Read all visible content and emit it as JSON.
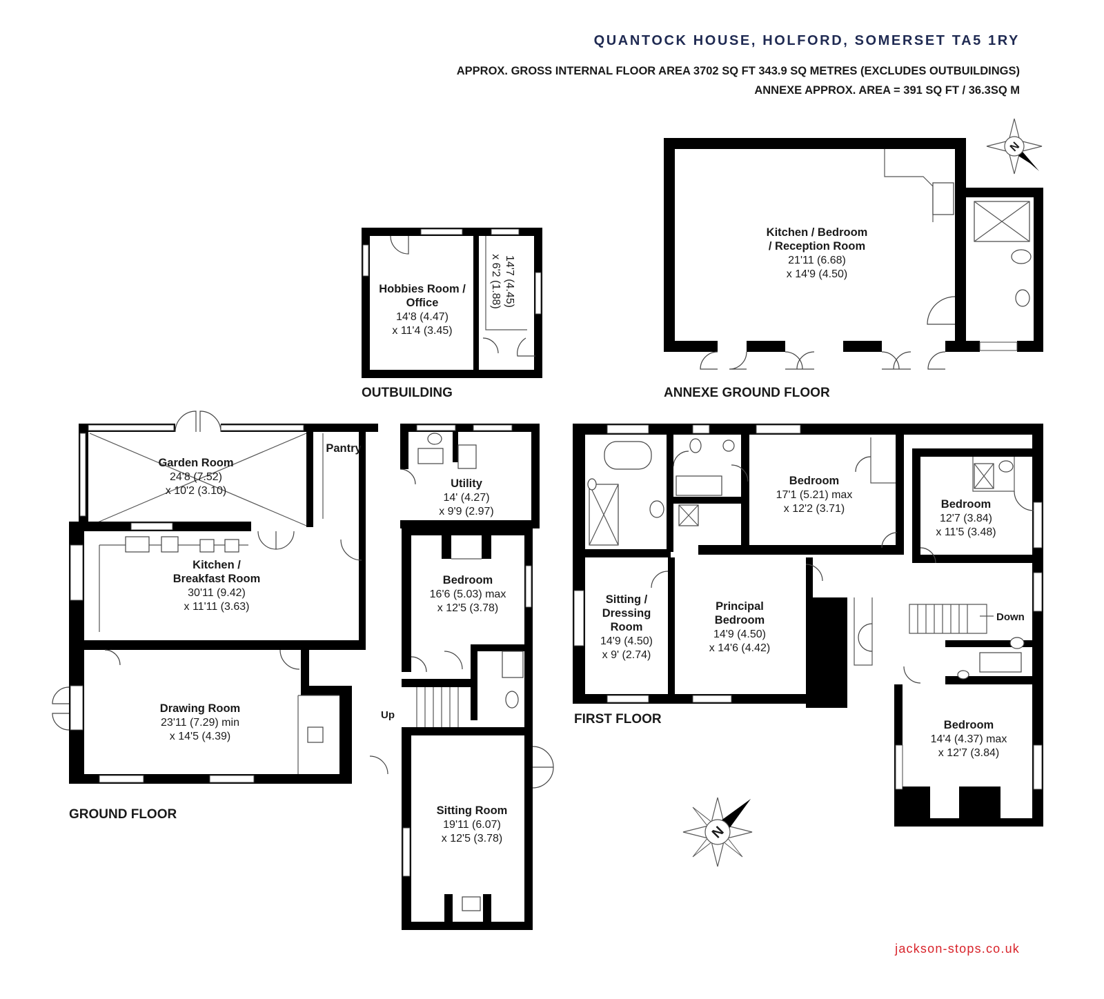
{
  "header": {
    "title": "QUANTOCK HOUSE, HOLFORD, SOMERSET TA5 1RY",
    "area_line_1": "APPROX. GROSS INTERNAL FLOOR AREA 3702 SQ FT 343.9 SQ METRES (EXCLUDES OUTBUILDINGS)",
    "area_line_2": "ANNEXE APPROX. AREA = 391 SQ FT / 36.3SQ M"
  },
  "footer": {
    "website": "jackson-stops.co.uk"
  },
  "brand_colors": {
    "title": "#1f2a52",
    "website": "#d8232a",
    "walls": "#000000"
  },
  "icons": [
    "compass-rose-icon"
  ],
  "floors": {
    "outbuilding": {
      "label": "OUTBUILDING",
      "rooms": {
        "hobbies": {
          "name_1": "Hobbies Room /",
          "name_2": "Office",
          "dim_1": "14'8 (4.47)",
          "dim_2": "x 11'4 (3.45)"
        },
        "store": {
          "dim_1": "14'7 (4.45)",
          "dim_2": "x 6'2 (1.88)"
        }
      }
    },
    "annexe": {
      "label": "ANNEXE GROUND FLOOR",
      "rooms": {
        "kitchen_bedroom": {
          "name_1": "Kitchen / Bedroom",
          "name_2": "/ Reception Room",
          "dim_1": "21'11 (6.68)",
          "dim_2": "x 14'9 (4.50)"
        }
      }
    },
    "ground": {
      "label": "GROUND FLOOR",
      "stair_label": "Up",
      "rooms": {
        "garden": {
          "name_1": "Garden Room",
          "dim_1": "24'8 (7.52)",
          "dim_2": "x 10'2 (3.10)"
        },
        "pantry": {
          "name_1": "Pantry"
        },
        "utility": {
          "name_1": "Utility",
          "dim_1": "14' (4.27)",
          "dim_2": "x 9'9 (2.97)"
        },
        "kitchen": {
          "name_1": "Kitchen /",
          "name_2": "Breakfast Room",
          "dim_1": "30'11 (9.42)",
          "dim_2": "x 11'11 (3.63)"
        },
        "bedroom": {
          "name_1": "Bedroom",
          "dim_1": "16'6 (5.03) max",
          "dim_2": "x 12'5 (3.78)"
        },
        "drawing": {
          "name_1": "Drawing Room",
          "dim_1": "23'11 (7.29) min",
          "dim_2": "x 14'5 (4.39)"
        },
        "sitting": {
          "name_1": "Sitting Room",
          "dim_1": "19'11 (6.07)",
          "dim_2": "x 12'5 (3.78)"
        }
      }
    },
    "first": {
      "label": "FIRST FLOOR",
      "stair_label": "Down",
      "rooms": {
        "bedroom_a": {
          "name_1": "Bedroom",
          "dim_1": "17'1 (5.21) max",
          "dim_2": "x 12'2 (3.71)"
        },
        "bedroom_b": {
          "name_1": "Bedroom",
          "dim_1": "12'7 (3.84)",
          "dim_2": "x 11'5 (3.48)"
        },
        "sitting_dressing": {
          "name_1": "Sitting /",
          "name_2": "Dressing",
          "name_3": "Room",
          "dim_1": "14'9 (4.50)",
          "dim_2": "x 9' (2.74)"
        },
        "principal": {
          "name_1": "Principal",
          "name_2": "Bedroom",
          "dim_1": "14'9 (4.50)",
          "dim_2": "x 14'6 (4.42)"
        },
        "bedroom_c": {
          "name_1": "Bedroom",
          "dim_1": "14'4 (4.37) max",
          "dim_2": "x 12'7 (3.84)"
        }
      }
    }
  }
}
